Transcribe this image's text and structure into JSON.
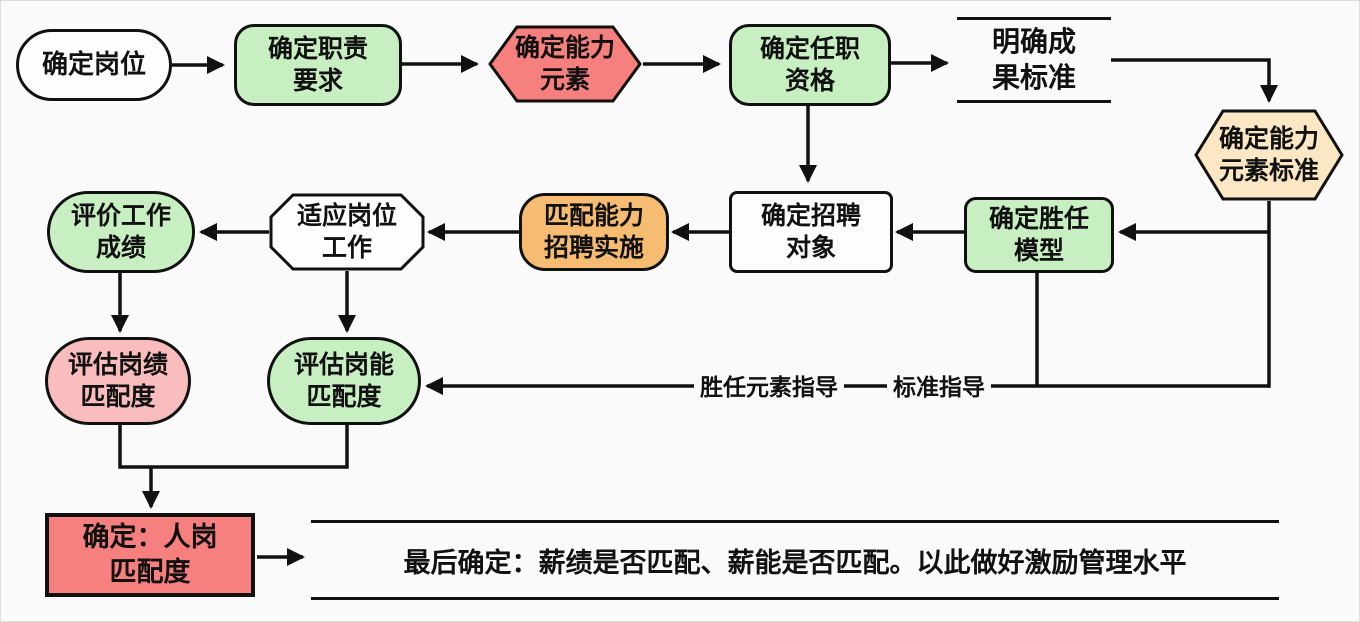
{
  "diagram": {
    "title": "person-job matching process flowchart",
    "nodes": {
      "define_position": "确定岗位",
      "define_duties": "确定职责\n要求",
      "define_ability_elements": "确定能力\n元素",
      "define_qualification": "确定任职\n资格",
      "clarify_outcome_standard": "明确成\n果标准",
      "define_ability_element_standard": "确定能力\n元素标准",
      "define_competency_model": "确定胜任\n模型",
      "define_recruit_target": "确定招聘\n对象",
      "match_ability_recruiting": "匹配能力\n招聘实施",
      "adapt_to_job": "适应岗位\n工作",
      "evaluate_work_performance": "评价工作\n成绩",
      "assess_performance_match": "评估岗绩\n匹配度",
      "assess_ability_match": "评估岗能\n匹配度",
      "final_person_job_match": "确定：人岗\n匹配度"
    },
    "edge_labels": {
      "competency_guidance": "胜任元素指导",
      "standard_guidance": "标准指导"
    },
    "conclusion": "最后确定：薪绩是否匹配、薪能是否匹配。以此做好激励管理水平",
    "colors": {
      "green": "#c7efc2",
      "red": "#f5807d",
      "pink": "#f9bdbd",
      "orange": "#f6bd72",
      "cream": "#fbe7c4",
      "node_white": "#fdfdfd",
      "line": "#111111",
      "background": "#fafafa"
    }
  }
}
